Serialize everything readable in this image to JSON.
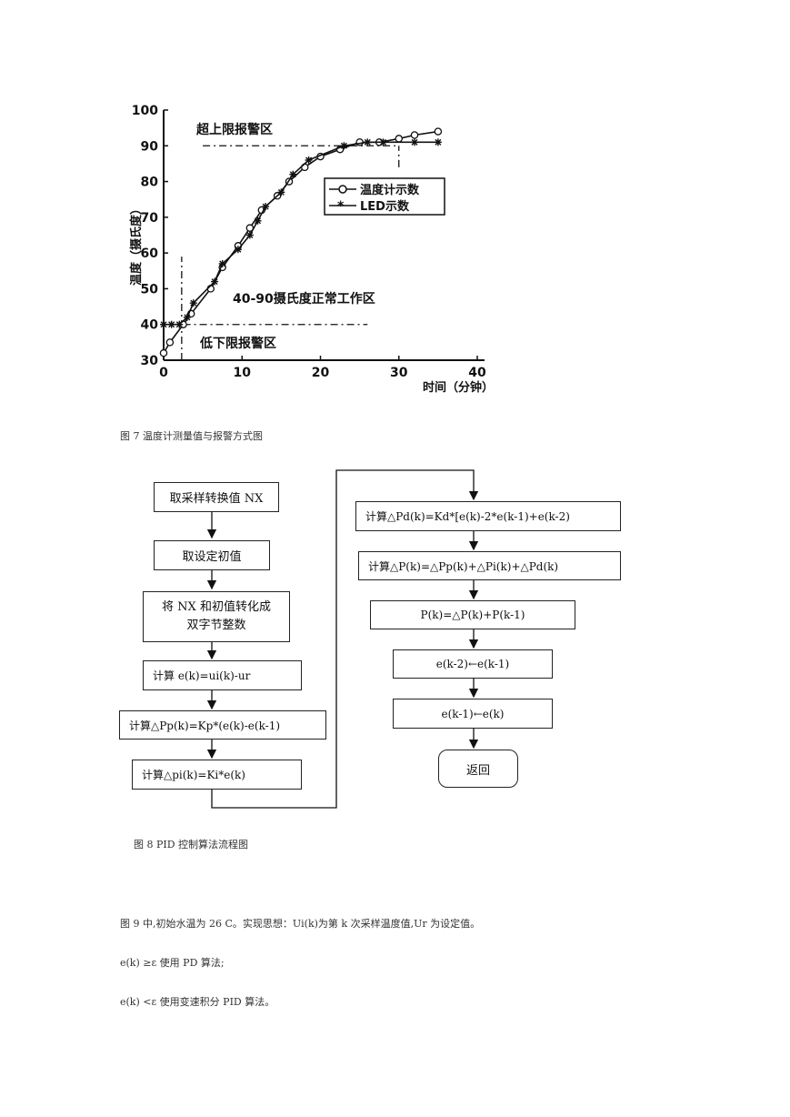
{
  "figure7": {
    "caption": "图 7    温度计测量值与报警方式图",
    "annotations": {
      "upper_alarm": "超上限报警区",
      "normal_zone": "40-90摄氏度正常工作区",
      "lower_alarm": "低下限报警区"
    },
    "chart_data": {
      "type": "line",
      "xlabel": "时间（分钟）",
      "ylabel": "温度（摄氏度）",
      "xlim": [
        0,
        40
      ],
      "ylim": [
        30,
        100
      ],
      "xticks": [
        "0",
        "10",
        "20",
        "30",
        "40"
      ],
      "yticks": [
        "30",
        "40",
        "50",
        "60",
        "70",
        "80",
        "90",
        "100"
      ],
      "grid": false,
      "legend_position": "center-right",
      "series": [
        {
          "name": "温度计示数",
          "marker": "circle",
          "points": [
            [
              0,
              32
            ],
            [
              0.8,
              35
            ],
            [
              2.5,
              40
            ],
            [
              3.5,
              43
            ],
            [
              6,
              50
            ],
            [
              7.5,
              56
            ],
            [
              9.5,
              62
            ],
            [
              11,
              67
            ],
            [
              12.5,
              72
            ],
            [
              14.5,
              76
            ],
            [
              16,
              80
            ],
            [
              18,
              84
            ],
            [
              20,
              87
            ],
            [
              22.5,
              89
            ],
            [
              25,
              91
            ],
            [
              27.5,
              91
            ],
            [
              30,
              92
            ],
            [
              32,
              93
            ],
            [
              35,
              94
            ]
          ]
        },
        {
          "name": "LED示数",
          "marker": "star",
          "points": [
            [
              0,
              40
            ],
            [
              1,
              40
            ],
            [
              2,
              40
            ],
            [
              3,
              42
            ],
            [
              3.8,
              46
            ],
            [
              6.5,
              52
            ],
            [
              7.5,
              57
            ],
            [
              9.5,
              61
            ],
            [
              11,
              65
            ],
            [
              12,
              69
            ],
            [
              13,
              73
            ],
            [
              15,
              77
            ],
            [
              16.5,
              82
            ],
            [
              18.5,
              86
            ],
            [
              23,
              90
            ],
            [
              26,
              91
            ],
            [
              28,
              91
            ],
            [
              32,
              91
            ],
            [
              35,
              91
            ]
          ]
        }
      ],
      "reference_lines": [
        {
          "y": 90,
          "x_from": 5,
          "x_to": 30
        },
        {
          "y": 40,
          "x_from": 2.5,
          "x_to": 26
        },
        {
          "x": 2.3,
          "y_from": 30,
          "y_to": 59
        },
        {
          "x": 30,
          "y_from": 84,
          "y_to": 90
        }
      ]
    }
  },
  "figure8": {
    "caption": "图 8    PID 控制算法流程图",
    "steps_left": [
      "取采样转换值 NX",
      "取设定初值",
      "将 NX 和初值转化成\n双字节整数",
      "计算 e(k)=ui(k)-ur",
      "计算△Pp(k)=Kp*(e(k)-e(k-1)",
      "计算△pi(k)=Ki*e(k)"
    ],
    "steps_right": [
      "计算△Pd(k)=Kd*[e(k)-2*e(k-1)+e(k-2)",
      "计算△P(k)=△Pp(k)+△Pi(k)+△Pd(k)",
      "P(k)=△P(k)+P(k-1)",
      "e(k-2)←e(k-1)",
      "e(k-1)←e(k)",
      "返回"
    ]
  },
  "text": {
    "line1": "图 9 中,初始水温为 26 C。实现思想：Ui(k)为第 k 次采样温度值,Ur 为设定值。",
    "line2": "e(k) ≥ε 使用 PD 算法;",
    "line3": "e(k) <ε 使用变速积分 PID 算法。"
  }
}
